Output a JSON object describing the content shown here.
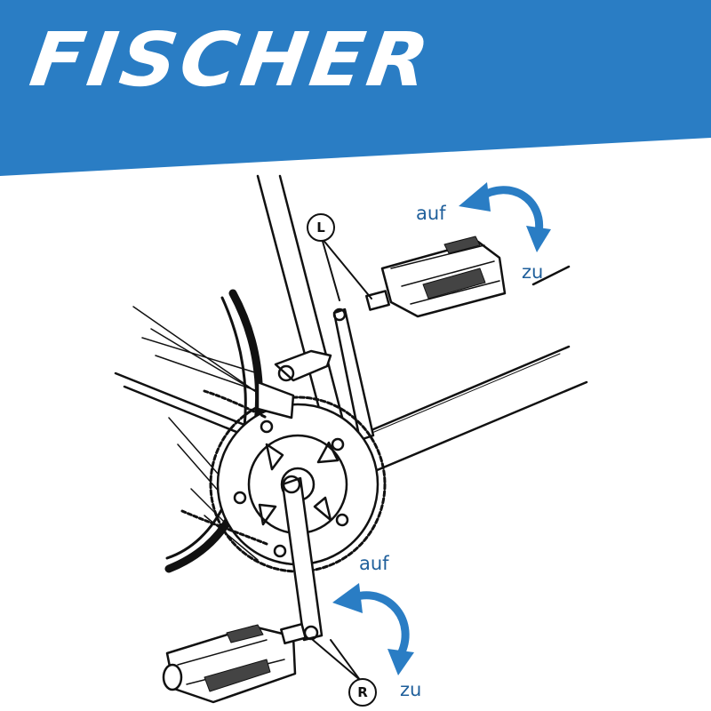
{
  "brand": {
    "logo_text": "FISCHER",
    "color": "#2a7dc4"
  },
  "diagram": {
    "arrow_color": "#2a7dc4",
    "label_color": "#1f5f9b",
    "line_color": "#111111",
    "callouts": [
      {
        "letter": "L"
      },
      {
        "letter": "R"
      }
    ],
    "direction_labels": {
      "top_open": "auf",
      "top_close": "zu",
      "bottom_open": "auf",
      "bottom_close": "zu"
    }
  }
}
